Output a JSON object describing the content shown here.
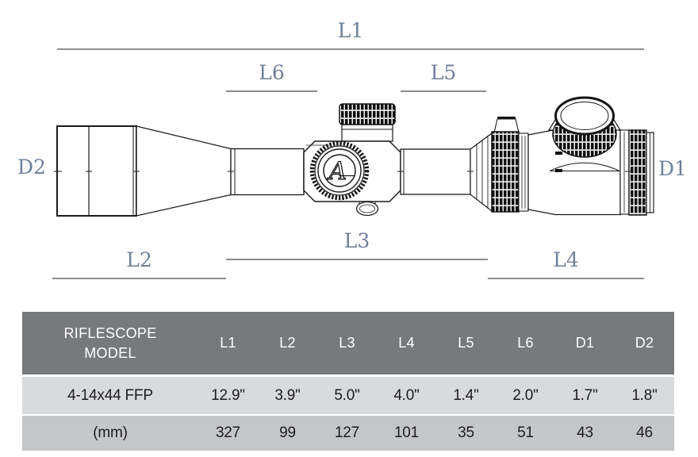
{
  "diagram": {
    "dimension_labels": {
      "l1": "L1",
      "l2": "L2",
      "l3": "L3",
      "l4": "L4",
      "l5": "L5",
      "l6": "L6",
      "d1": "D1",
      "d2": "D2"
    },
    "logo_letter": "A",
    "label_color": "#6e7f99",
    "line_color": "#8a8e91"
  },
  "table": {
    "model_header": "RIFLESCOPE\nMODEL",
    "columns": [
      "L1",
      "L2",
      "L3",
      "L4",
      "L5",
      "L6",
      "D1",
      "D2"
    ],
    "rows": [
      {
        "label": "4-14x44 FFP",
        "values": [
          "12.9\"",
          "3.9\"",
          "5.0\"",
          "4.0\"",
          "1.4\"",
          "2.0\"",
          "1.7\"",
          "1.8\""
        ]
      },
      {
        "label": "(mm)",
        "values": [
          "327",
          "99",
          "127",
          "101",
          "35",
          "51",
          "43",
          "46"
        ]
      }
    ],
    "colors": {
      "header_bg": "#77797c",
      "row1_bg": "#d9dadc",
      "row2_bg": "#c5c6c8",
      "header_text": "#ffffff",
      "cell_text": "#1d1d1f"
    }
  }
}
